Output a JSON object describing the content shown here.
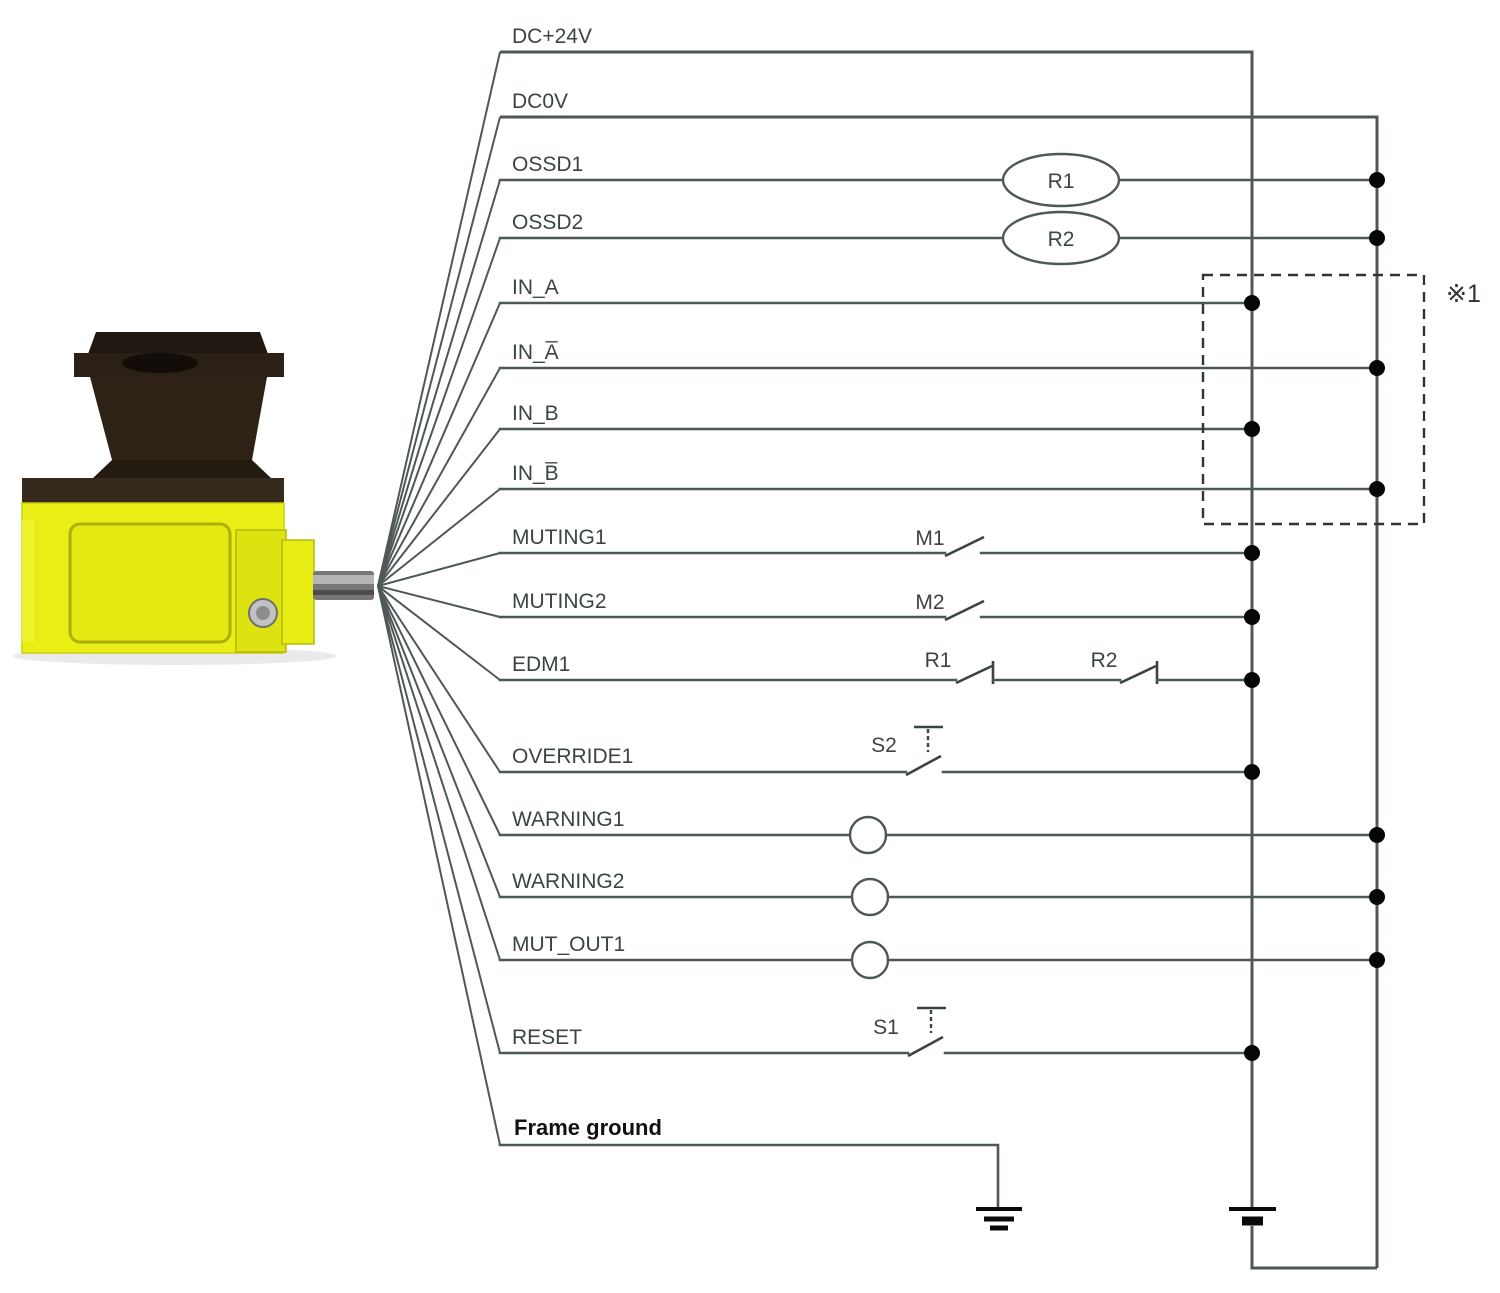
{
  "diagram": {
    "type": "wiring-schematic",
    "device_icon": "safety-laser-scanner",
    "note_ref": "※1",
    "colors": {
      "wire": "#4e5858",
      "label_text": "#3b4444",
      "junction_dot": "#060606",
      "device_body_yellow": "#e9ee15",
      "device_head_dark": "#2b2015"
    },
    "rows": [
      {
        "label": "DC+24V"
      },
      {
        "label": "DC0V"
      },
      {
        "label": "OSSD1",
        "component": "R1"
      },
      {
        "label": "OSSD2",
        "component": "R2"
      },
      {
        "label": "IN_A"
      },
      {
        "label": "IN_A̅"
      },
      {
        "label": "IN_B"
      },
      {
        "label": "IN_B̅"
      },
      {
        "label": "MUTING1",
        "component": "M1"
      },
      {
        "label": "MUTING2",
        "component": "M2"
      },
      {
        "label": "EDM1",
        "component": "R1",
        "component2": "R2"
      },
      {
        "label": "OVERRIDE1",
        "component": "S2"
      },
      {
        "label": "WARNING1"
      },
      {
        "label": "WARNING2"
      },
      {
        "label": "MUT_OUT1"
      },
      {
        "label": "RESET",
        "component": "S1"
      },
      {
        "label": "Frame ground"
      }
    ]
  }
}
